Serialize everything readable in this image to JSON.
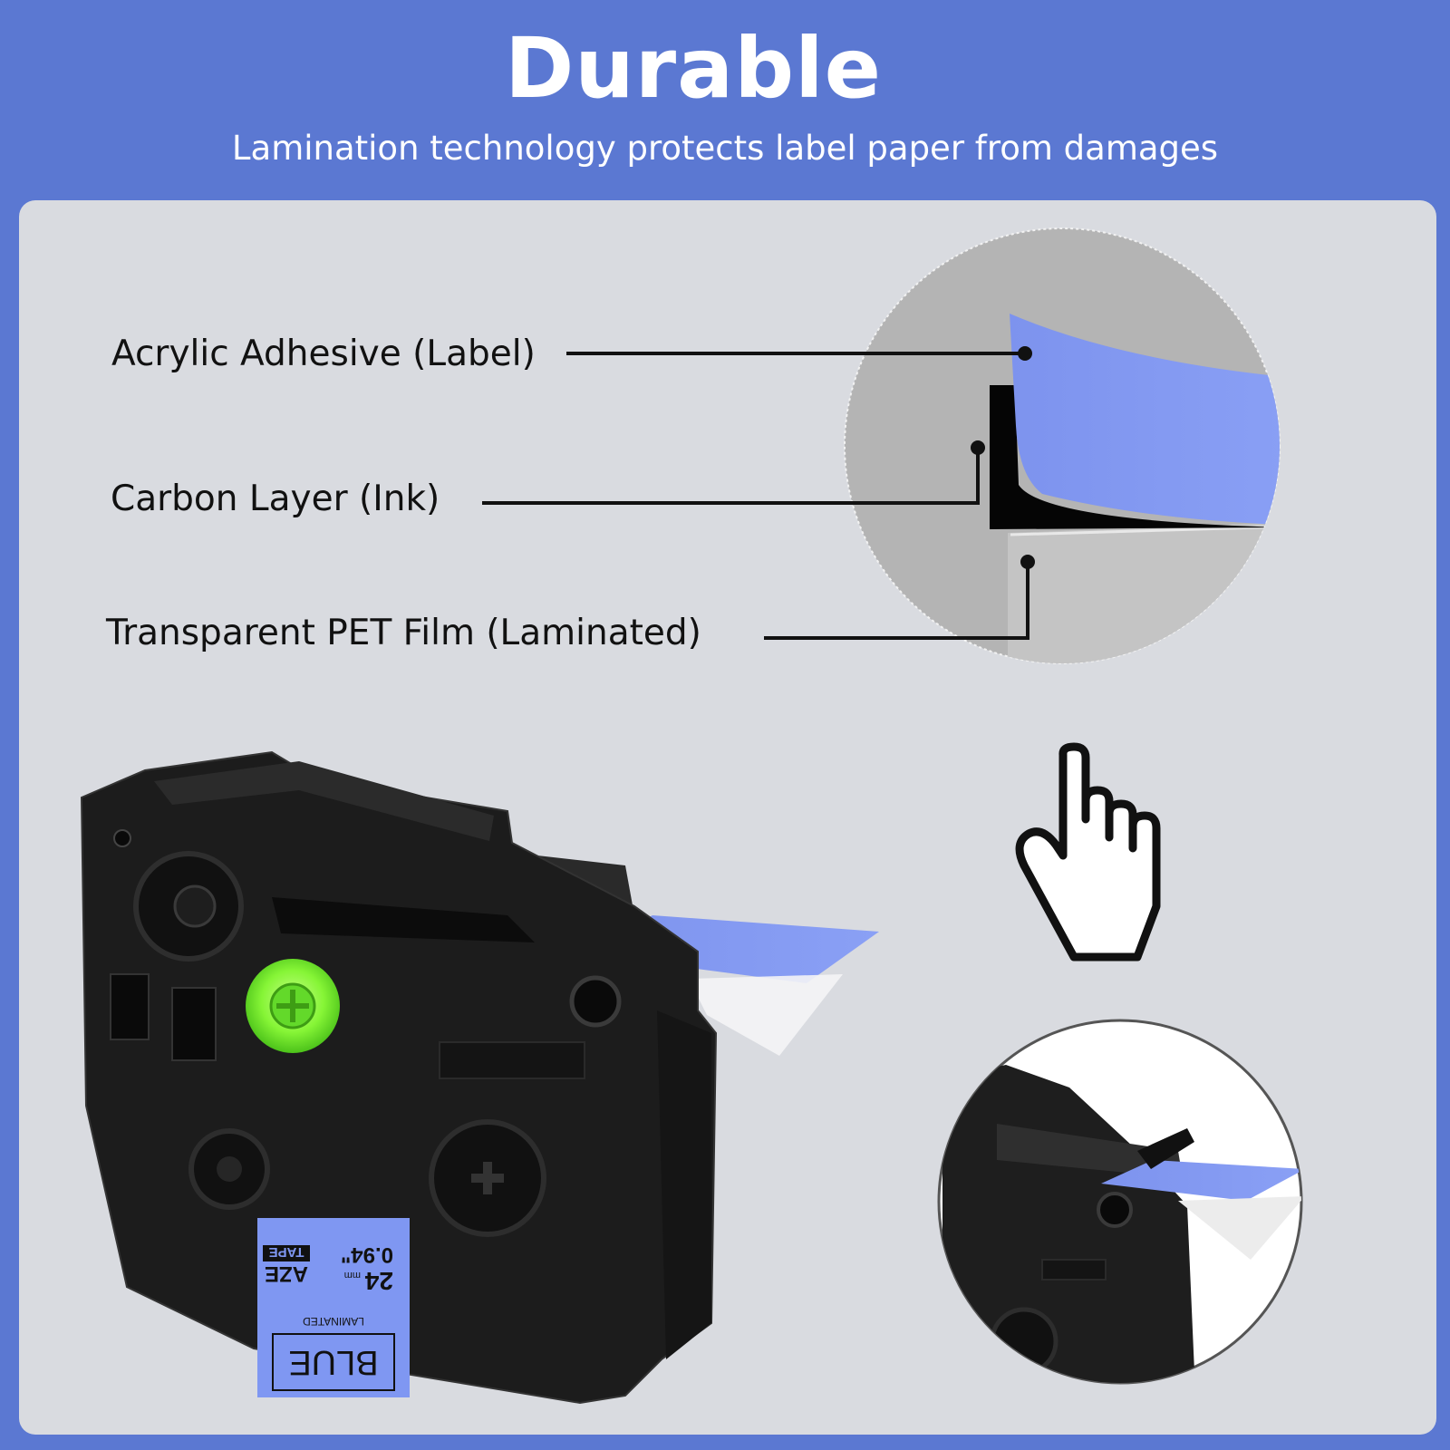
{
  "header": {
    "title": "Durable",
    "subtitle": "Lamination technology protects label paper from damages"
  },
  "layers": [
    {
      "label": "Acrylic Adhesive (Label)"
    },
    {
      "label": "Carbon Layer (Ink)"
    },
    {
      "label": "Transparent PET Film (Laminated)"
    }
  ],
  "cartridge_label": {
    "color_name": "BLUE",
    "subtext": "LAMINATED",
    "width_mm": "24",
    "unit_mm": "mm",
    "width_in": "0.94\"",
    "brand_line1": "AZE",
    "brand_line2": "TAPE"
  },
  "colors": {
    "background": "#5b78d2",
    "panel": "#d9dbe0",
    "tape_blue": "#8098f0",
    "cartridge": "#1c1c1c",
    "spool_green": "#86f536"
  },
  "icons": {
    "pointer": "hand-pointer-icon"
  }
}
